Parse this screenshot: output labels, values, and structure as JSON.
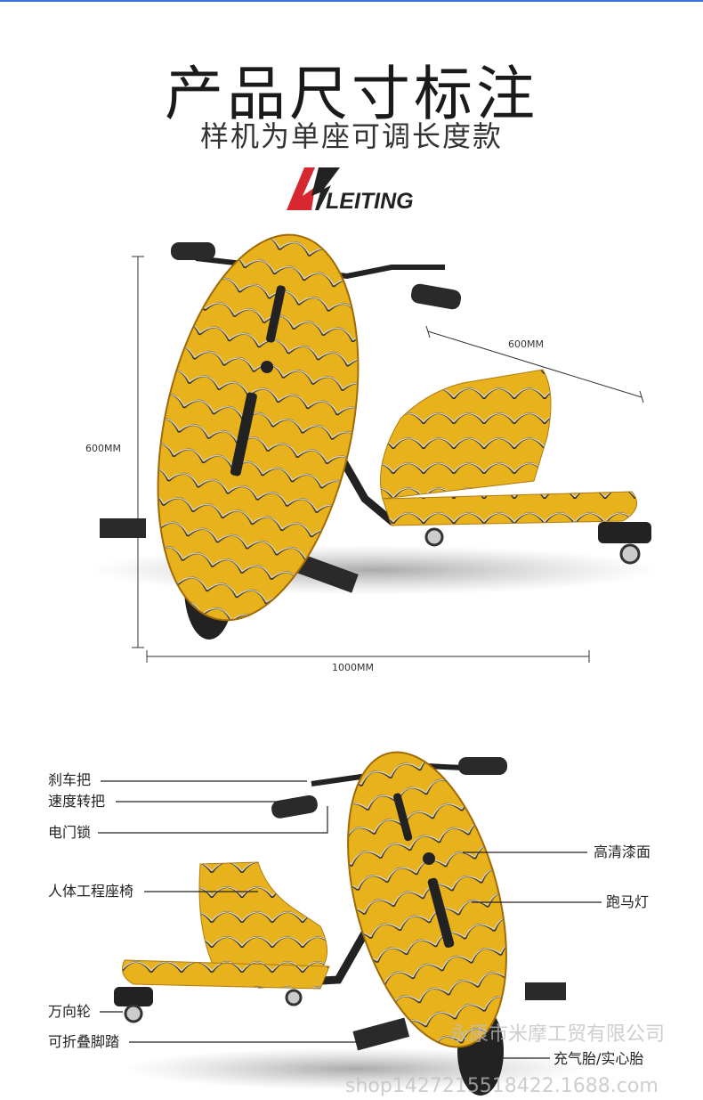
{
  "header": {
    "title": "产品尺寸标注",
    "subtitle": "样机为单座可调长度款",
    "logo_text": "LEITING"
  },
  "dimensions": {
    "height": "600MM",
    "length": "1000MM",
    "width": "600MM"
  },
  "callouts": {
    "brake_lever": "刹车把",
    "throttle": "速度转把",
    "ignition_lock": "电门锁",
    "seat": "人体工程座椅",
    "caster": "万向轮",
    "footrest": "可折叠脚踏",
    "paint": "高清漆面",
    "led_light": "跑马灯",
    "tire": "充气胎/实心胎"
  },
  "watermark": {
    "company": "永康市米摩工贸有限公司",
    "shop": "shop1427215518422.1688.com"
  },
  "colors": {
    "body_yellow": "#e8b21c",
    "logo_red": "#d7282f",
    "logo_dark": "#222222"
  }
}
